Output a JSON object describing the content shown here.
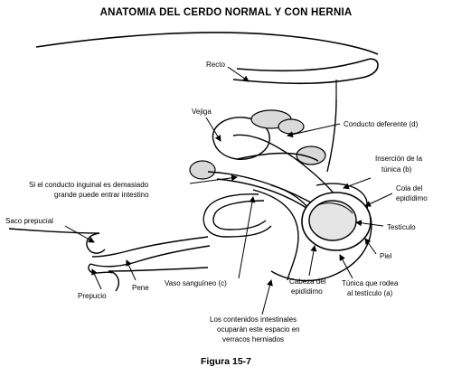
{
  "title": "ANATOMIA DEL CERDO NORMAL Y CON HERNIA",
  "caption": "Figura 15-7",
  "labels": {
    "recto": "Recto",
    "vejiga": "Vejiga",
    "conducto_deferente": "Conducto deferente (d)",
    "insercion_line1": "Inserción de la",
    "insercion_line2": "túnica (b)",
    "cola_line1": "Cola del",
    "cola_line2": "epidídimo",
    "testiculo": "Testículo",
    "piel": "Piel",
    "tunica_line1": "Túnica que rodea",
    "tunica_line2": "al testículo (a)",
    "cabeza_line1": "Cabeza del",
    "cabeza_line2": "epidídimo",
    "vaso": "Vaso sanguíneo (c)",
    "pene": "Pene",
    "prepucio": "Prepucio",
    "saco": "Saco prepucial",
    "inguinal_line1": "Si el conducto inguinal es demasiado",
    "inguinal_line2": "grande puede entrar intestino",
    "contenidos_line1": "Los contenidos intestinales",
    "contenidos_line2": "ocuparán este espacio en",
    "contenidos_line3": "verracos herniados"
  }
}
